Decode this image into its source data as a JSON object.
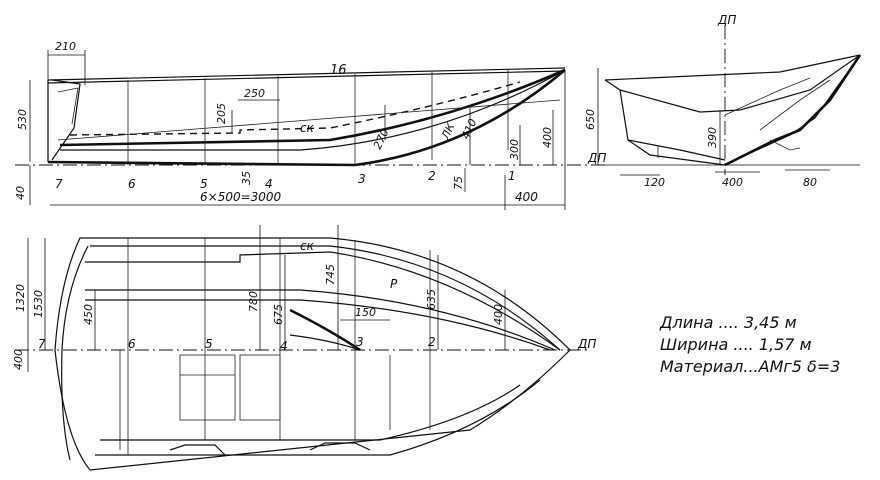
{
  "labels": {
    "dp_top": "ДП",
    "dp_plan": "ДП",
    "dp_body": "ДП",
    "chine_side": "ск",
    "chine_plan": "ск",
    "lk": "ЛК",
    "r": "Р",
    "sheer": "16"
  },
  "stations": {
    "side": [
      "7",
      "6",
      "5",
      "4",
      "3",
      "2",
      "1"
    ],
    "plan": [
      "7",
      "6",
      "5",
      "4",
      "3",
      "2"
    ]
  },
  "dims_side": {
    "d210": "210",
    "d530": "530",
    "d40": "40",
    "d205": "205",
    "d250": "250",
    "d270": "270",
    "d410": "410",
    "d300": "300",
    "d400": "400",
    "d650": "650",
    "d35": "35",
    "d75": "75",
    "d6x500": "6×500=3000",
    "d400b": "400"
  },
  "dims_body": {
    "d390": "390",
    "d120": "120",
    "d400": "400",
    "d80": "80"
  },
  "dims_plan": {
    "d1320": "1320",
    "d1530": "1530",
    "d400": "400",
    "d450": "450",
    "d780": "780",
    "d675": "675",
    "d745": "745",
    "d635": "635",
    "d400b": "400",
    "d150": "150"
  },
  "specs": {
    "length": "Длина .... 3,45 м",
    "width": "Ширина .... 1,57 м",
    "material": "Материал...АМг5 δ=3"
  }
}
